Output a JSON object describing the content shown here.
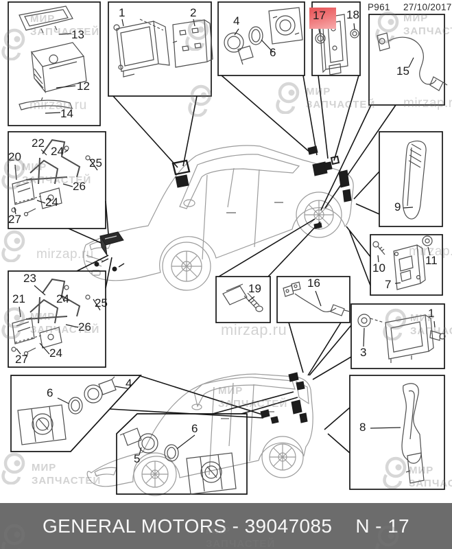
{
  "header": {
    "drawing_code": "P961",
    "date": "27/10/2017"
  },
  "footer": {
    "title": "GENERAL MOTORS - 39047085",
    "page_ref": "N - 17"
  },
  "watermark": {
    "brand_line1": "МИР",
    "brand_line2": "ЗАПЧАСТЕЙ",
    "site": "mirzap.ru"
  },
  "highlighted_part": "17",
  "panels": {
    "console_trim": {
      "parts": [
        "13",
        "12",
        "14"
      ]
    },
    "display_module": {
      "parts": [
        "1",
        "2"
      ]
    },
    "front_park_sensor": {
      "parts": [
        "4",
        "6"
      ]
    },
    "side_sensor_module": {
      "parts": [
        "17",
        "18"
      ]
    },
    "camera_cable": {
      "parts": [
        "15"
      ]
    },
    "quarter_trim": {
      "parts": [
        "9"
      ]
    },
    "rear_object_module": {
      "parts": [
        "10",
        "11",
        "7"
      ]
    },
    "control_module": {
      "parts": [
        "3",
        "1"
      ]
    },
    "mount_bracket": {
      "parts": [
        "8"
      ]
    },
    "front_bracket_upper": {
      "parts": [
        "20",
        "22",
        "24",
        "25",
        "26",
        "24",
        "27"
      ]
    },
    "front_bracket_lower": {
      "parts": [
        "23",
        "21",
        "24",
        "25",
        "26",
        "24",
        "27"
      ]
    },
    "park_sensor_kit_front": {
      "parts": [
        "6",
        "4"
      ]
    },
    "park_sensor_kit_rear": {
      "parts": [
        "5",
        "6"
      ]
    },
    "tire_pressure_sensor": {
      "parts": [
        "19"
      ]
    },
    "antenna_cable": {
      "parts": [
        "16"
      ]
    }
  }
}
